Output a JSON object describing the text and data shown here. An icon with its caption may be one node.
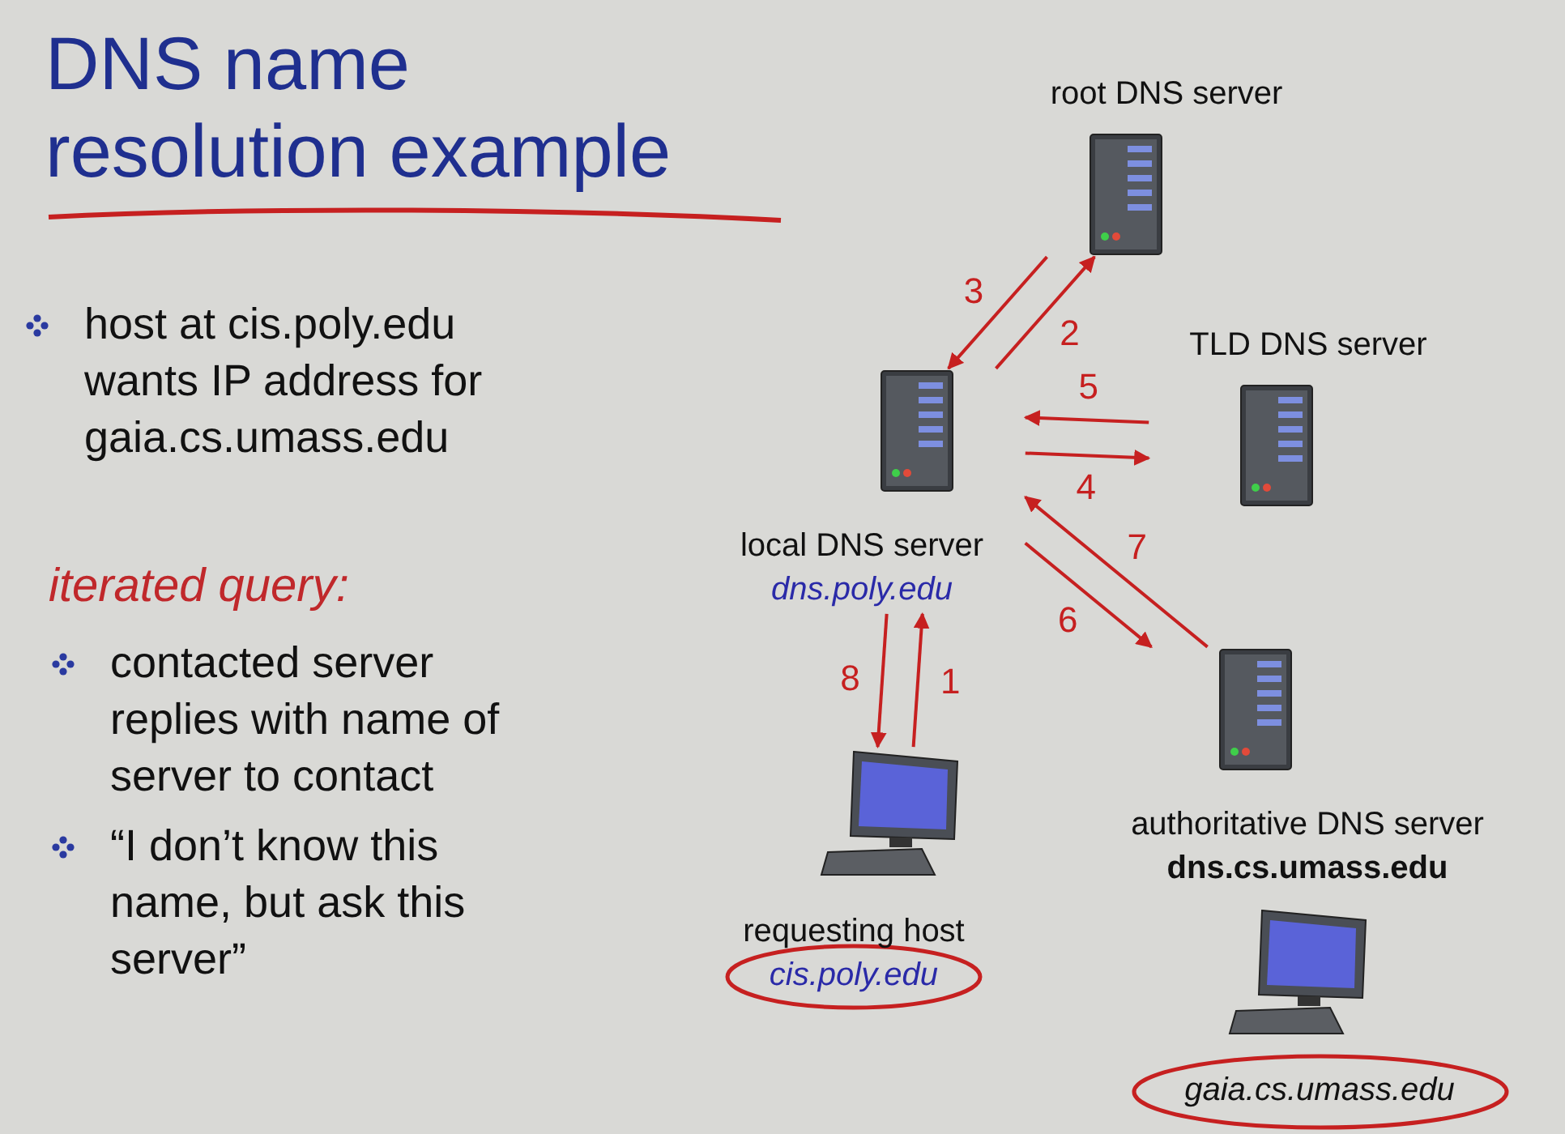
{
  "diagram": {
    "title": "DNS name resolution example",
    "nodes": [
      {
        "text": [
          "root DNS server"
        ]
      },
      {
        "text": [
          "TLD DNS server"
        ]
      },
      {
        "text": [
          "local DNS server",
          "dns.poly.edu"
        ]
      },
      {
        "text": [
          "authoritative DNS server",
          "dns.cs.umass.edu"
        ]
      },
      {
        "text": [
          "requesting host",
          "cis.poly.edu"
        ]
      },
      {
        "text": [
          "gaia.cs.umass.edu"
        ]
      }
    ],
    "edges": [
      {
        "from": 4,
        "to": 2,
        "arrow": "to",
        "label": "1"
      },
      {
        "from": 2,
        "to": 0,
        "arrow": "to",
        "label": "2"
      },
      {
        "from": 0,
        "to": 2,
        "arrow": "to",
        "label": "3"
      },
      {
        "from": 2,
        "to": 1,
        "arrow": "to",
        "label": "4"
      },
      {
        "from": 1,
        "to": 2,
        "arrow": "to",
        "label": "5"
      },
      {
        "from": 2,
        "to": 3,
        "arrow": "to",
        "label": "6"
      },
      {
        "from": 3,
        "to": 2,
        "arrow": "to",
        "label": "7"
      },
      {
        "from": 2,
        "to": 4,
        "arrow": "to",
        "label": "8"
      }
    ],
    "labels": [
      "host at cis.poly.edu wants IP address for gaia.cs.umass.edu",
      "iterated query:",
      "contacted server replies with name of server to contact",
      "“I don’t know this name, but ask this server”"
    ]
  }
}
